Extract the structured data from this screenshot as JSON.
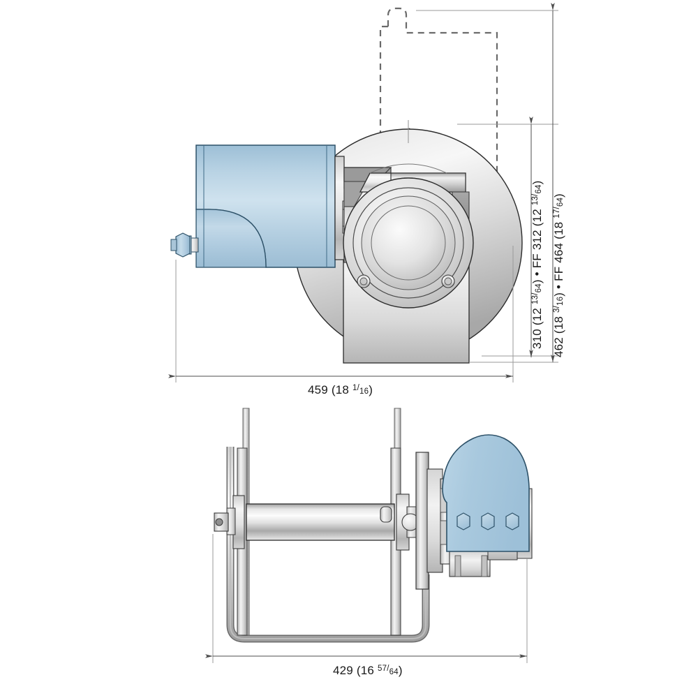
{
  "page": {
    "title": "Hose reel technical dimension drawing",
    "background_color": "#ffffff"
  },
  "palette": {
    "motor_blue_light": "#cfe2ee",
    "motor_blue_mid": "#a9c8de",
    "motor_blue_dark": "#8fb4cd",
    "steel_light": "#f2f2f2",
    "steel_mid": "#d2d2d2",
    "steel_dark": "#9a9a9a",
    "outline": "#2b2b2b",
    "dimension_line": "#4d4d4d",
    "extension_line": "#9a9a9a",
    "hidden_line": "#6a6a6a",
    "text": "#1a1a1a"
  },
  "views": {
    "top": {
      "name": "side-elevation-view",
      "description": "Side elevation of hydraulic motor driven hose reel"
    },
    "bottom": {
      "name": "front-elevation-view",
      "description": "Front elevation of hose reel drum with frame and hydraulic motor"
    }
  },
  "dimensions": {
    "width_top": {
      "label": "459 (18 1/16)",
      "value_mm": "459",
      "value_in_whole": "18",
      "value_in_num": "1",
      "value_in_den": "16",
      "orientation": "horizontal"
    },
    "width_bottom": {
      "label": "429 (16 57/64)",
      "value_mm": "429",
      "value_in_whole": "16",
      "value_in_num": "57",
      "value_in_den": "64",
      "orientation": "horizontal"
    },
    "height_inner": {
      "label": "310 (12 13/64) • FF 312 (12 13/64)",
      "part_a_mm": "310",
      "part_a_whole": "12",
      "part_a_num": "13",
      "part_a_den": "64",
      "separator": "•",
      "part_b_prefix": "FF",
      "part_b_mm": "312",
      "part_b_whole": "12",
      "part_b_num": "13",
      "part_b_den": "64",
      "orientation": "vertical"
    },
    "height_outer": {
      "label": "462 (18 3/16) • FF 464 (18 17/64)",
      "part_a_mm": "462",
      "part_a_whole": "18",
      "part_a_num": "3",
      "part_a_den": "16",
      "separator": "•",
      "part_b_prefix": "FF",
      "part_b_mm": "464",
      "part_b_whole": "18",
      "part_b_num": "17",
      "part_b_den": "64",
      "orientation": "vertical"
    }
  },
  "components": {
    "hydraulic_motor": "hydraulic-motor-housing",
    "hydraulic_port": "hydraulic-port-fitting",
    "reel_drum": "reel-drum",
    "reel_flange": "reel-flange-disc",
    "frame": "u-shaped-base-frame",
    "bearing_hub": "bearing-hub",
    "bolt_heads": "hex-bolt-heads",
    "bolt_count": 3,
    "hidden_outline": "alternate-motor-position-hidden-outline"
  }
}
